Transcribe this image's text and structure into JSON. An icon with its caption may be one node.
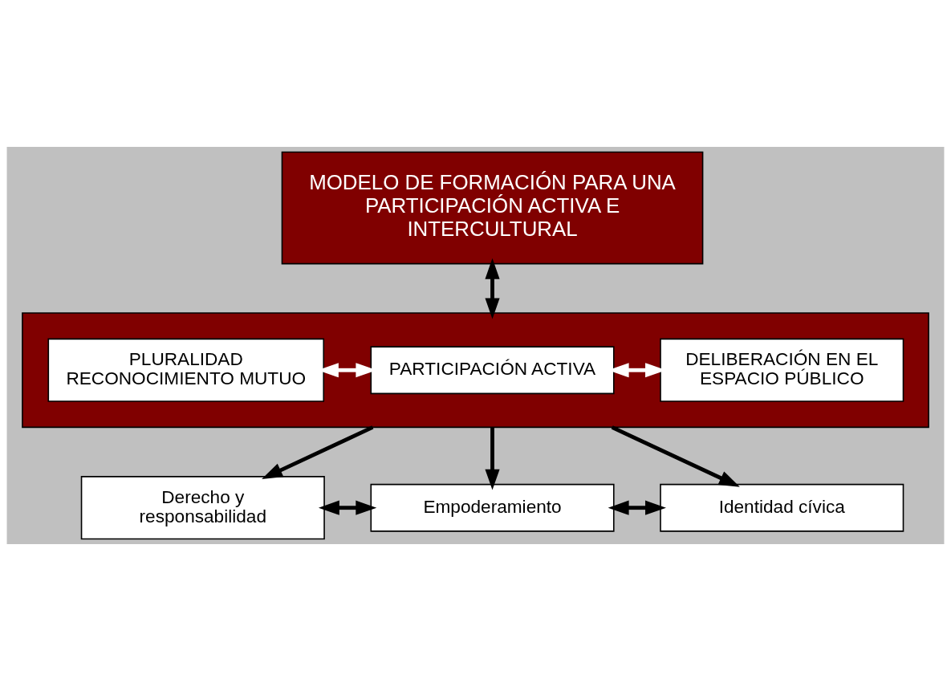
{
  "diagram": {
    "nodes": [
      {
        "text": [
          "MODELO DE FORMACIÓN PARA UNA PARTICIPACIÓN ACTIVA E INTERCULTURAL"
        ]
      },
      {
        "text": [],
        "shape": "box"
      },
      {
        "text": [
          "PLURALIDAD",
          "RECONOCIMIENTO MUTUO"
        ],
        "in": 1
      },
      {
        "text": [
          "PARTICIPACIÓN ACTIVA"
        ],
        "in": 1
      },
      {
        "text": [
          "DELIBERACIÓN EN EL ESPACIO PÚBLICO"
        ],
        "in": 1
      },
      {
        "text": [
          "Derecho y responsabilidad"
        ]
      },
      {
        "text": [
          "Empoderamiento"
        ]
      },
      {
        "text": [
          "Identidad cívica"
        ]
      }
    ],
    "edges": [
      {
        "from": 0,
        "to": 1,
        "arrow": "both"
      },
      {
        "from": 2,
        "to": 3,
        "arrow": "both",
        "color": "#ffffff"
      },
      {
        "from": 3,
        "to": 4,
        "arrow": "both",
        "color": "#ffffff"
      },
      {
        "from": 1,
        "to": 5,
        "arrow": "to"
      },
      {
        "from": 1,
        "to": 6,
        "arrow": "to"
      },
      {
        "from": 1,
        "to": 7,
        "arrow": "to"
      },
      {
        "from": 5,
        "to": 6,
        "arrow": "both"
      },
      {
        "from": 6,
        "to": 7,
        "arrow": "both"
      }
    ]
  }
}
